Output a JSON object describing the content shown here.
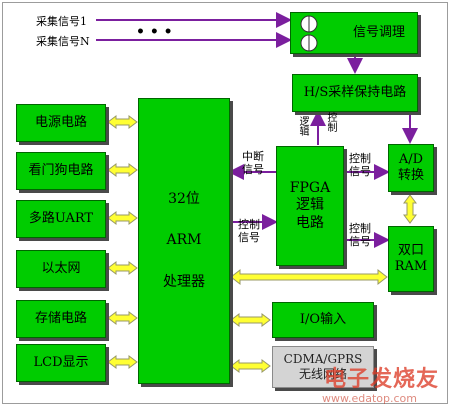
{
  "inputs": {
    "signal_1": "采集信号1",
    "signal_n": "采集信号N",
    "ellipsis": "•   •   •"
  },
  "left_modules": [
    {
      "label": "电源电路"
    },
    {
      "label": "看门狗电路"
    },
    {
      "label": "多路UART"
    },
    {
      "label": "以太网"
    },
    {
      "label": "存储电路"
    },
    {
      "label": "LCD显示"
    }
  ],
  "arm": {
    "line1": "32位",
    "line2": "ARM",
    "line3": "处理器"
  },
  "fpga": {
    "line1": "FPGA",
    "line2": "逻辑",
    "line3": "电路"
  },
  "signal_conditioning": {
    "label": "信号调理"
  },
  "sample_hold": {
    "label": "H/S采样保持电路"
  },
  "adc": {
    "line1": "A/D",
    "line2": "转换"
  },
  "dual_ram": {
    "line1": "双口",
    "line2": "RAM"
  },
  "io": {
    "label": "I/O输入"
  },
  "cdma": {
    "line1": "CDMA/GPRS",
    "line2": "无线网络"
  },
  "edge_labels": {
    "interrupt_line1": "中断",
    "interrupt_line2": "信号",
    "control_arm_line1": "控制",
    "control_arm_line2": "信号",
    "logic_control_left": "逻辑",
    "logic_control_right": "控制",
    "control_adc_line1": "控制",
    "control_adc_line2": "信号",
    "control_ram_line1": "控制",
    "control_ram_line2": "信号"
  },
  "colors": {
    "module_fill": "#00cc00",
    "arrow_purple": "#7b1f9e",
    "arrow_yellow": "#ffff33",
    "arrow_outline": "#999966",
    "cdma_fill": "#d4d4d4"
  },
  "watermark": {
    "brand": "电子发烧友",
    "url": "www.edatop.com"
  }
}
